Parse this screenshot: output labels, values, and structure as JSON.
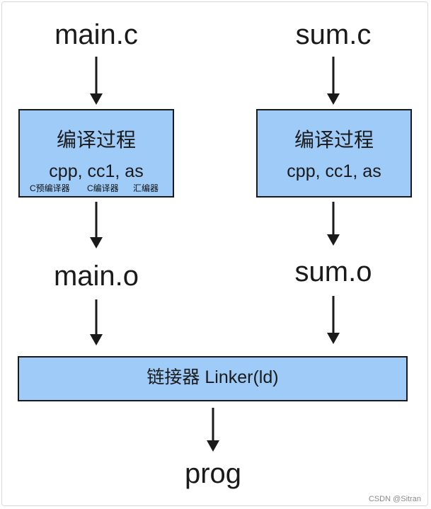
{
  "nodes": {
    "main_c": "main.c",
    "sum_c": "sum.c",
    "main_o": "main.o",
    "sum_o": "sum.o",
    "prog": "prog"
  },
  "compile_left": {
    "title": "编译过程",
    "tools": "cpp, cc1, as",
    "sublabels": [
      "C预编译器",
      "C编译器",
      "汇编器"
    ]
  },
  "compile_right": {
    "title": "编译过程",
    "tools": "cpp, cc1, as"
  },
  "linker": {
    "label": "链接器 Linker(ld)"
  },
  "watermark": "CSDN @Sitran",
  "colors": {
    "box_fill": "#9ecbf7",
    "stroke": "#1a1a1a"
  }
}
